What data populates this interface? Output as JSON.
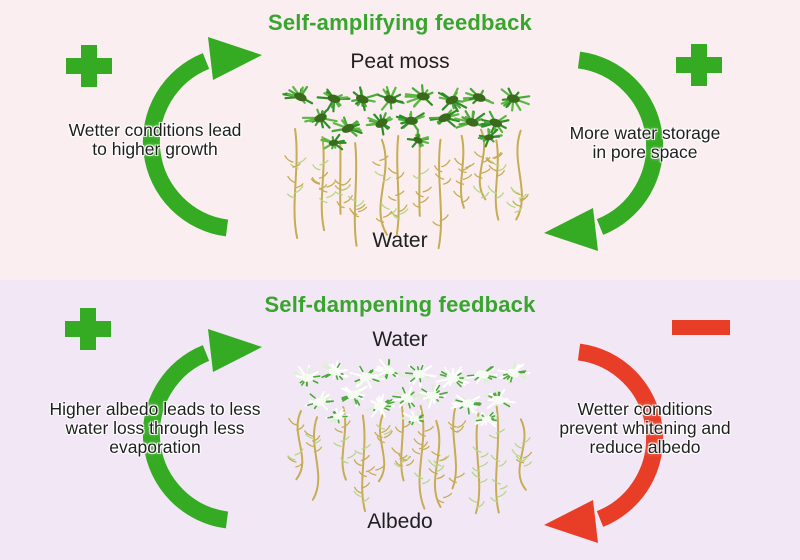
{
  "colors": {
    "title_green": "#39a52f",
    "green": "#34ab22",
    "red": "#e83e28",
    "panel_top_bg": "#faeef0",
    "panel_bottom_bg": "#f2e7f5",
    "text": "#1f1f1f",
    "stem": "#c6ac52",
    "branch": "#b5d787",
    "tuft_dark": "#3a6b1c",
    "tuft_green1": "#2f8f27",
    "tuft_green2": "#4aa93a",
    "tuft_green3": "#5cb843",
    "pale_fleck": "#dff0d2",
    "pale_center": "#f7fcf3"
  },
  "top_panel": {
    "title": "Self-amplifying feedback",
    "label_above": "Peat moss",
    "label_below": "Water",
    "left_text": "Wetter conditions lead\nto higher growth",
    "right_text": "More water storage\nin pore space",
    "left_sign": "plus",
    "right_sign": "plus",
    "moss_style": "green"
  },
  "bottom_panel": {
    "title": "Self-dampening feedback",
    "label_above": "Water",
    "label_below": "Albedo",
    "left_text": "Higher albedo leads to less\nwater loss through less\nevaporation",
    "right_text": "Wetter conditions\nprevent whitening and\nreduce albedo",
    "left_sign": "plus",
    "right_sign": "minus",
    "moss_style": "pale"
  }
}
